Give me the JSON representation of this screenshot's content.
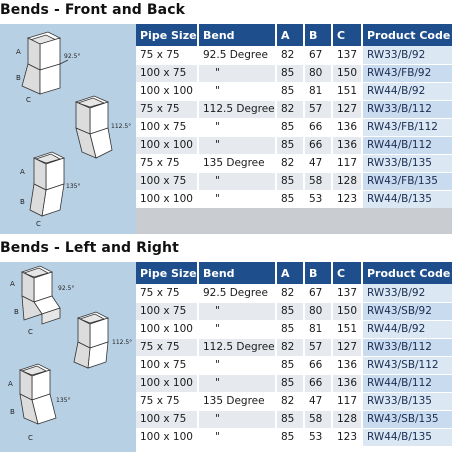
{
  "sections": [
    {
      "title": "Bends - Front and Back",
      "diagram": {
        "angles": [
          "92.5°",
          "112.5°",
          "135°"
        ],
        "dims": [
          "A",
          "B",
          "C"
        ]
      },
      "headers": [
        "Pipe Size",
        "Bend",
        "A",
        "B",
        "C",
        "Product Code"
      ],
      "rows": [
        [
          "75 x 75",
          "92.5 Degree",
          "82",
          "67",
          "137",
          "RW33/B/92"
        ],
        [
          "100 x 75",
          "\"",
          "85",
          "80",
          "150",
          "RW43/FB/92"
        ],
        [
          "100 x 100",
          "\"",
          "85",
          "81",
          "151",
          "RW44/B/92"
        ],
        [
          "75 x 75",
          "112.5 Degree",
          "82",
          "57",
          "127",
          "RW33/B/112"
        ],
        [
          "100 x 75",
          "\"",
          "85",
          "66",
          "136",
          "RW43/FB/112"
        ],
        [
          "100 x 100",
          "\"",
          "85",
          "66",
          "136",
          "RW44/B/112"
        ],
        [
          "75 x 75",
          "135 Degree",
          "82",
          "47",
          "117",
          "RW33/B/135"
        ],
        [
          "100 x 75",
          "\"",
          "85",
          "58",
          "128",
          "RW43/FB/135"
        ],
        [
          "100 x 100",
          "\"",
          "85",
          "53",
          "123",
          "RW44/B/135"
        ]
      ]
    },
    {
      "title": "Bends - Left and Right",
      "diagram": {
        "angles": [
          "92.5°",
          "112.5°",
          "135°"
        ],
        "dims": [
          "A",
          "B",
          "C"
        ]
      },
      "headers": [
        "Pipe Size",
        "Bend",
        "A",
        "B",
        "C",
        "Product Code"
      ],
      "rows": [
        [
          "75 x 75",
          "92.5 Degree",
          "82",
          "67",
          "137",
          "RW33/B/92"
        ],
        [
          "100 x 75",
          "\"",
          "85",
          "80",
          "150",
          "RW43/SB/92"
        ],
        [
          "100 x 100",
          "\"",
          "85",
          "81",
          "151",
          "RW44/B/92"
        ],
        [
          "75 x 75",
          "112.5 Degree",
          "82",
          "57",
          "127",
          "RW33/B/112"
        ],
        [
          "100 x 75",
          "\"",
          "85",
          "66",
          "136",
          "RW43/SB/112"
        ],
        [
          "100 x 100",
          "\"",
          "85",
          "66",
          "136",
          "RW44/B/112"
        ],
        [
          "75 x 75",
          "135 Degree",
          "82",
          "47",
          "117",
          "RW33/B/135"
        ],
        [
          "100 x 75",
          "\"",
          "85",
          "58",
          "128",
          "RW43/SB/135"
        ],
        [
          "100 x 100",
          "\"",
          "85",
          "53",
          "123",
          "RW44/B/135"
        ]
      ]
    }
  ]
}
